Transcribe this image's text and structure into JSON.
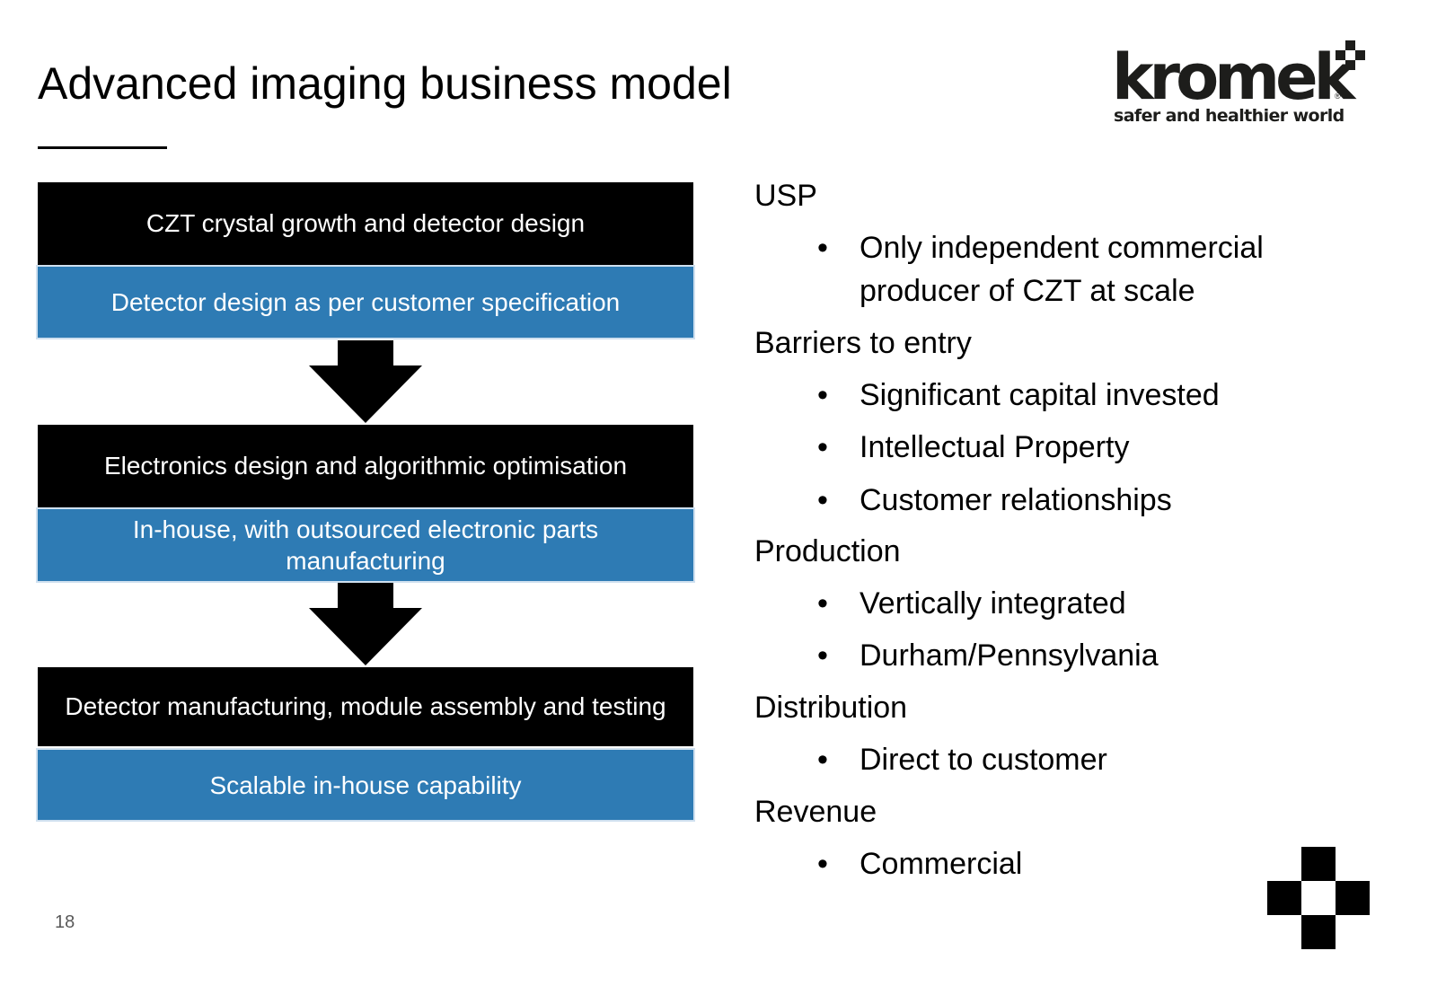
{
  "title": "Advanced imaging business model",
  "logo": {
    "wordmark": "kromek",
    "registered": "®",
    "tagline": "safer and healthier world"
  },
  "flow": [
    {
      "stage": "CZT crystal growth and detector design",
      "detail": "Detector design as per customer specification"
    },
    {
      "stage": "Electronics design and algorithmic optimisation",
      "detail": "In-house, with outsourced electronic parts manufacturing"
    },
    {
      "stage": "Detector manufacturing, module assembly and testing",
      "detail": "Scalable in-house capability"
    }
  ],
  "sections": [
    {
      "heading": "USP",
      "bullets": [
        "Only independent commercial producer of CZT at scale"
      ]
    },
    {
      "heading": "Barriers to entry",
      "bullets": [
        "Significant capital invested",
        "Intellectual Property",
        "Customer relationships"
      ]
    },
    {
      "heading": "Production",
      "bullets": [
        "Vertically integrated",
        "Durham/Pennsylvania"
      ]
    },
    {
      "heading": "Distribution",
      "bullets": [
        "Direct to customer"
      ]
    },
    {
      "heading": "Revenue",
      "bullets": [
        "Commercial"
      ]
    }
  ],
  "bullet_glyph": "•",
  "page_number": "18",
  "colors": {
    "stage_bg": "#000000",
    "detail_bg": "#2e7bb4",
    "text": "#000000"
  }
}
